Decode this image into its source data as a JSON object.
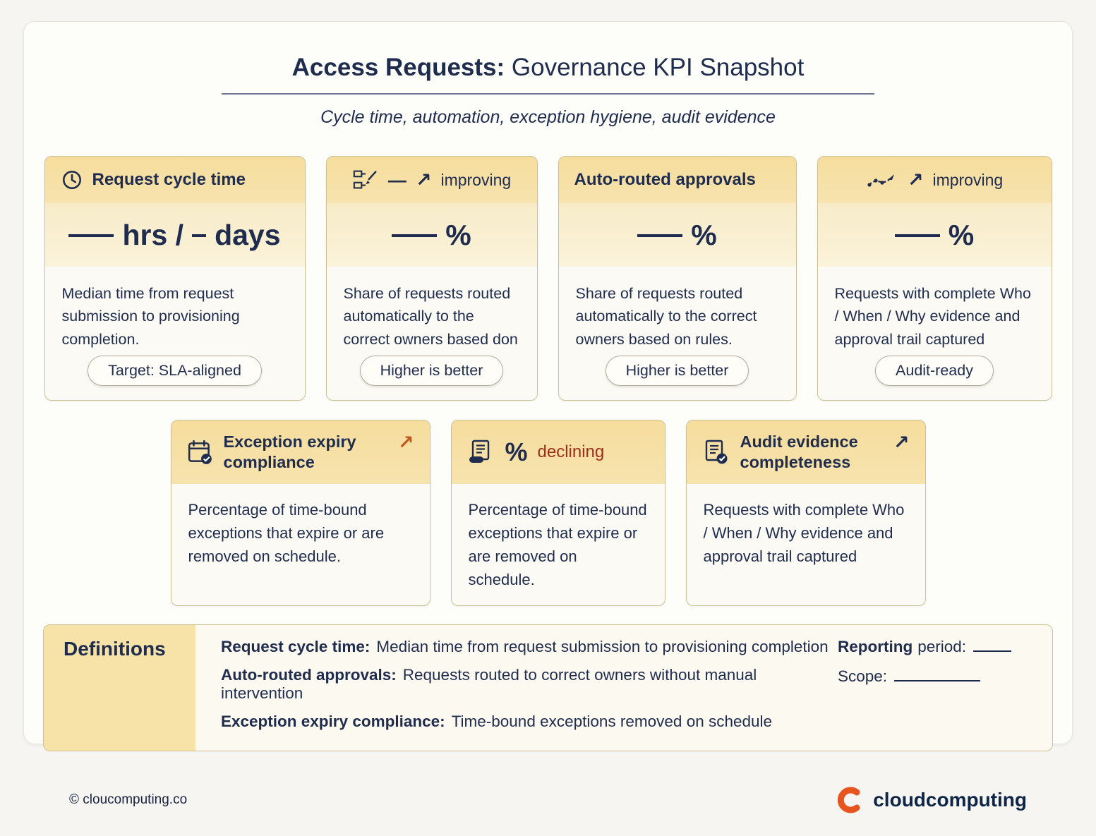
{
  "header": {
    "title_bold": "Access Requests:",
    "title_rest": " Governance KPI Snapshot",
    "subtitle": "Cycle time, automation, exception hygiene, audit evidence"
  },
  "icons": {
    "dash": "—",
    "arrow_up_right": "↗"
  },
  "kpis": [
    {
      "title": "Request cycle time",
      "unit1": "hrs /",
      "unit2": "days",
      "description": "Median time from request submission to provisioning completion.",
      "pill": "Target: SLA-aligned"
    },
    {
      "trend": "improving",
      "unit": "%",
      "description": "Share of requests routed automatically to the correct owners based don",
      "pill": "Higher is better"
    },
    {
      "title": "Auto-routed approvals",
      "unit": "%",
      "description": "Share of requests routed automatically to the correct owners based on rules.",
      "pill": "Higher is better"
    },
    {
      "trend": "improving",
      "unit": "%",
      "description": "Requests with complete Who / When / Why evidence and approval trail captured",
      "pill": "Audit-ready"
    }
  ],
  "secondary_kpis": [
    {
      "title": "Exception expiry compliance",
      "description": "Percentage of time-bound exceptions that expire or are removed on schedule."
    },
    {
      "symbol": "%",
      "trend": "declining",
      "description": "Percentage of time-bound exceptions that expire or are removed on schedule."
    },
    {
      "title": "Audit evidence completeness",
      "description": "Requests with complete Who / When / Why evidence and approval trail captured"
    }
  ],
  "definitions": {
    "title": "Definitions",
    "items": [
      {
        "term": "Request cycle time:",
        "text": "Median time from request submission to provisioning completion"
      },
      {
        "term": "Auto-routed approvals:",
        "text": "Requests routed to correct owners without manual intervention"
      },
      {
        "term": "Exception expiry compliance:",
        "text": "Time-bound exceptions removed on schedule"
      }
    ],
    "meta": [
      {
        "bold": "Reporting",
        "label": "period:"
      },
      {
        "bold": "",
        "label": "Scope:"
      }
    ]
  },
  "footer": {
    "copyright": "© cloucomputing.co",
    "brand": "cloudcomputing"
  },
  "colors": {
    "accent_orange": "#e8541e",
    "navy": "#1f2c4e",
    "header_yellow": "#f6dfa3",
    "declining_red": "#9e2f1c"
  }
}
